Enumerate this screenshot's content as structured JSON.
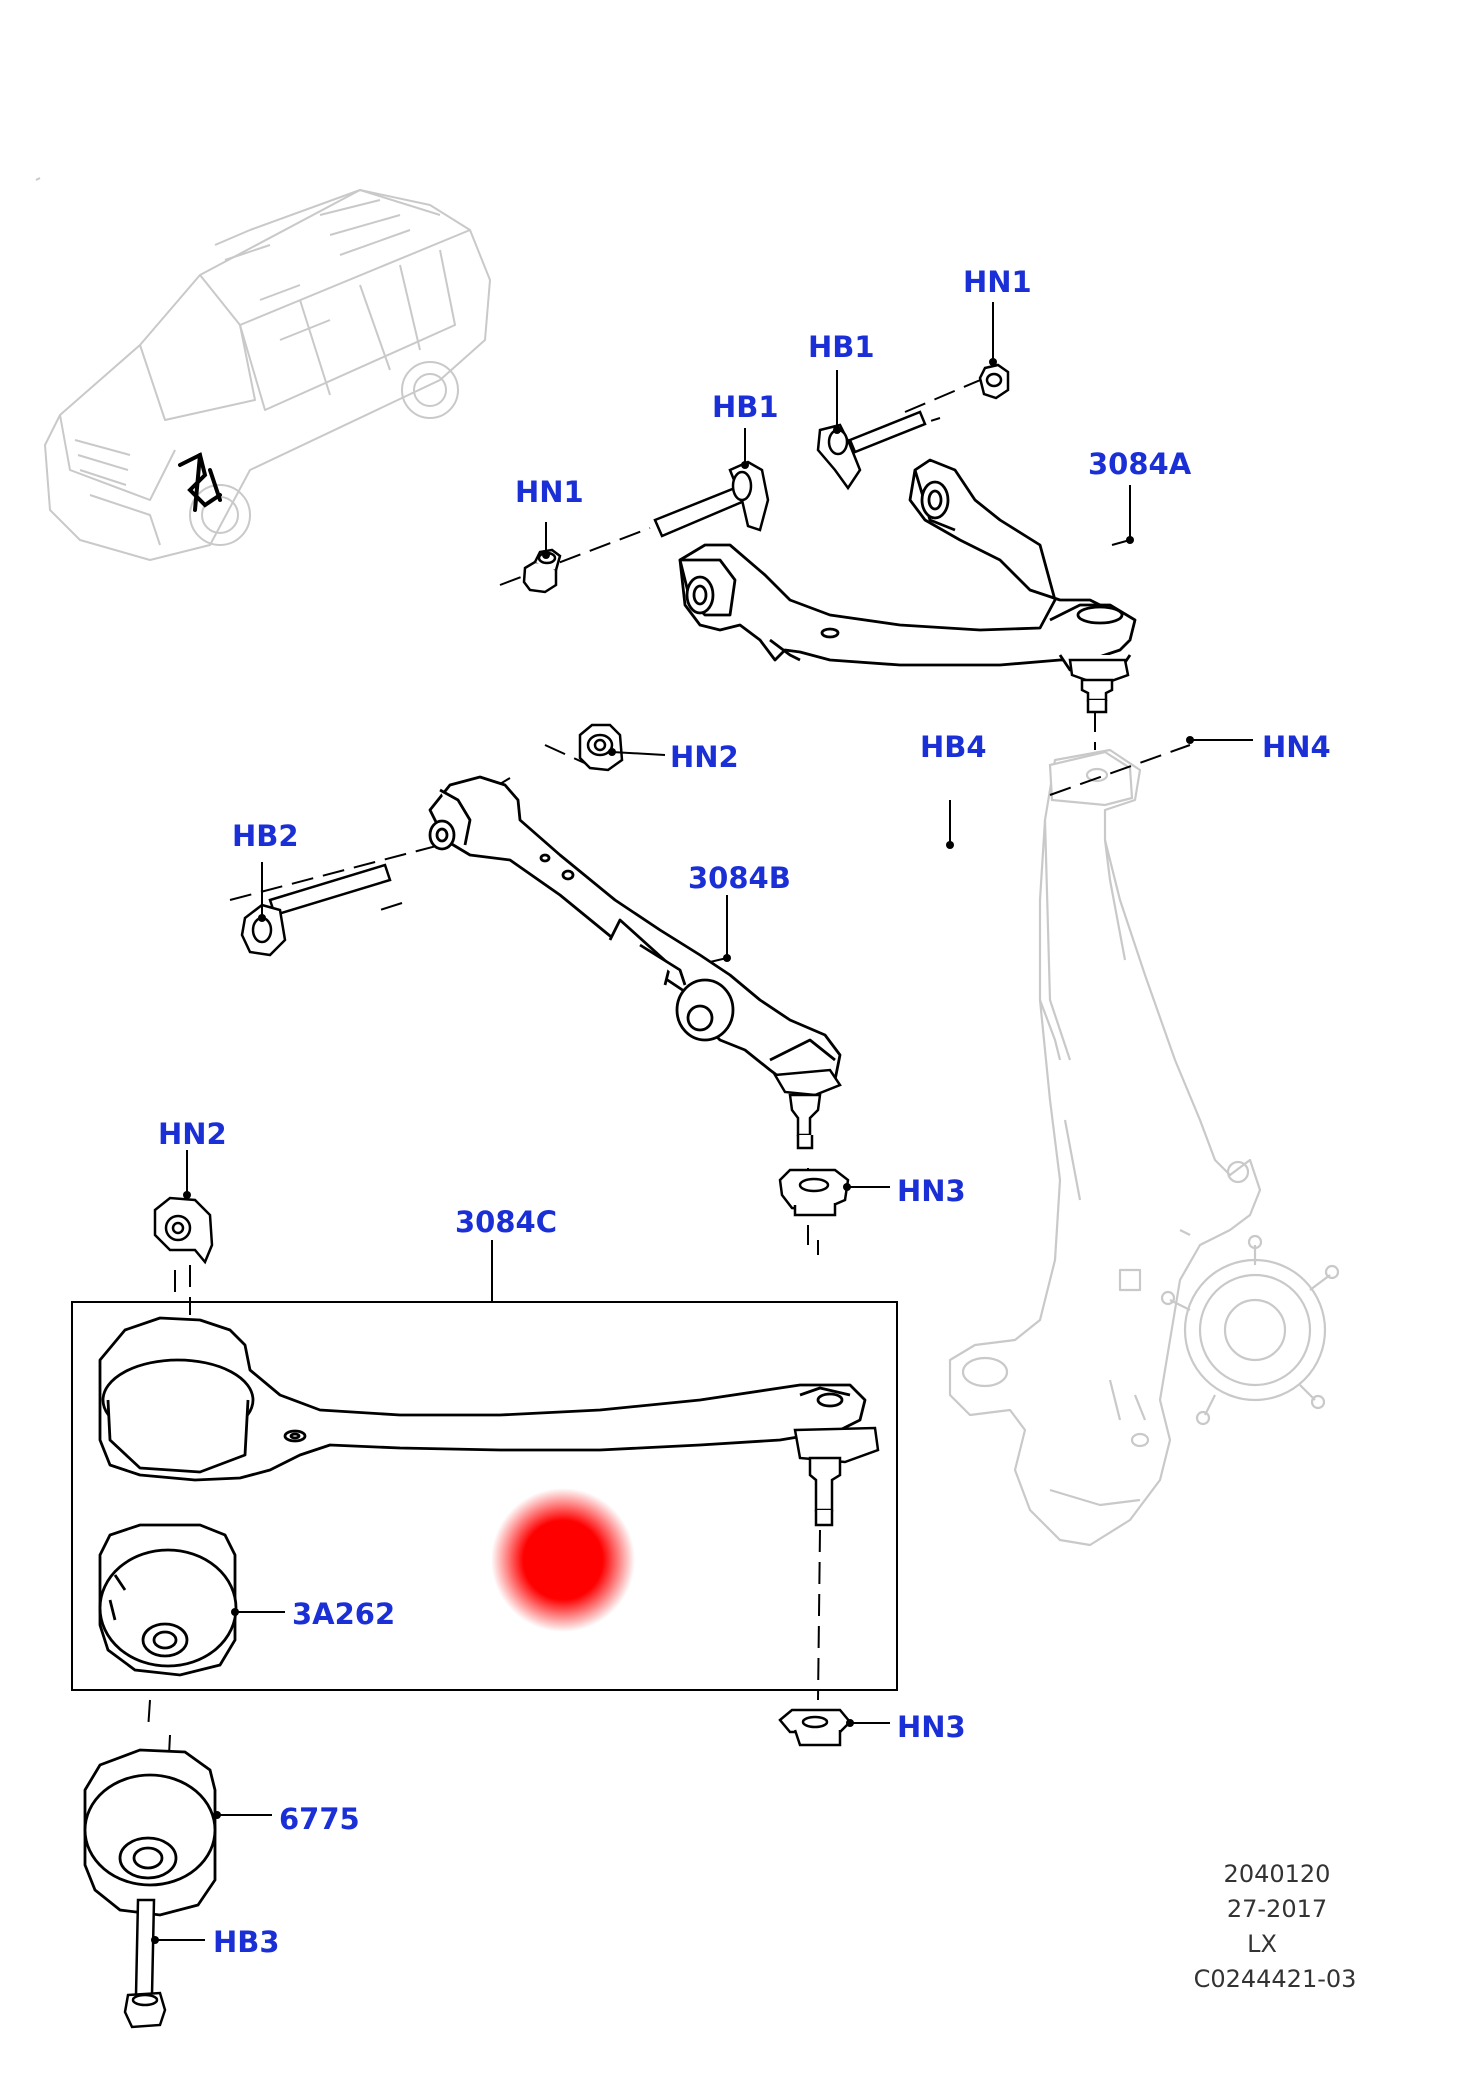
{
  "colors": {
    "label": "#1a2fd6",
    "line": "#000000",
    "faded": "#c9c9c9",
    "highlight": "#ff0000"
  },
  "callouts": {
    "hn1_top": "HN1",
    "hb1_top": "HB1",
    "hb1_mid": "HB1",
    "hn1_left": "HN1",
    "part_3084a": "3084A",
    "hn2_upper": "HN2",
    "hb4": "HB4",
    "hn4": "HN4",
    "hb2": "HB2",
    "part_3084b": "3084B",
    "hn2_lower": "HN2",
    "hn3_upper": "HN3",
    "part_3084c": "3084C",
    "part_3a262": "3A262",
    "hn3_lower": "HN3",
    "part_6775": "6775",
    "hb3": "HB3"
  },
  "info_block": {
    "line1": "2040120",
    "line2": "27-2017",
    "line3": "LX",
    "line4": "C0244421-03"
  }
}
